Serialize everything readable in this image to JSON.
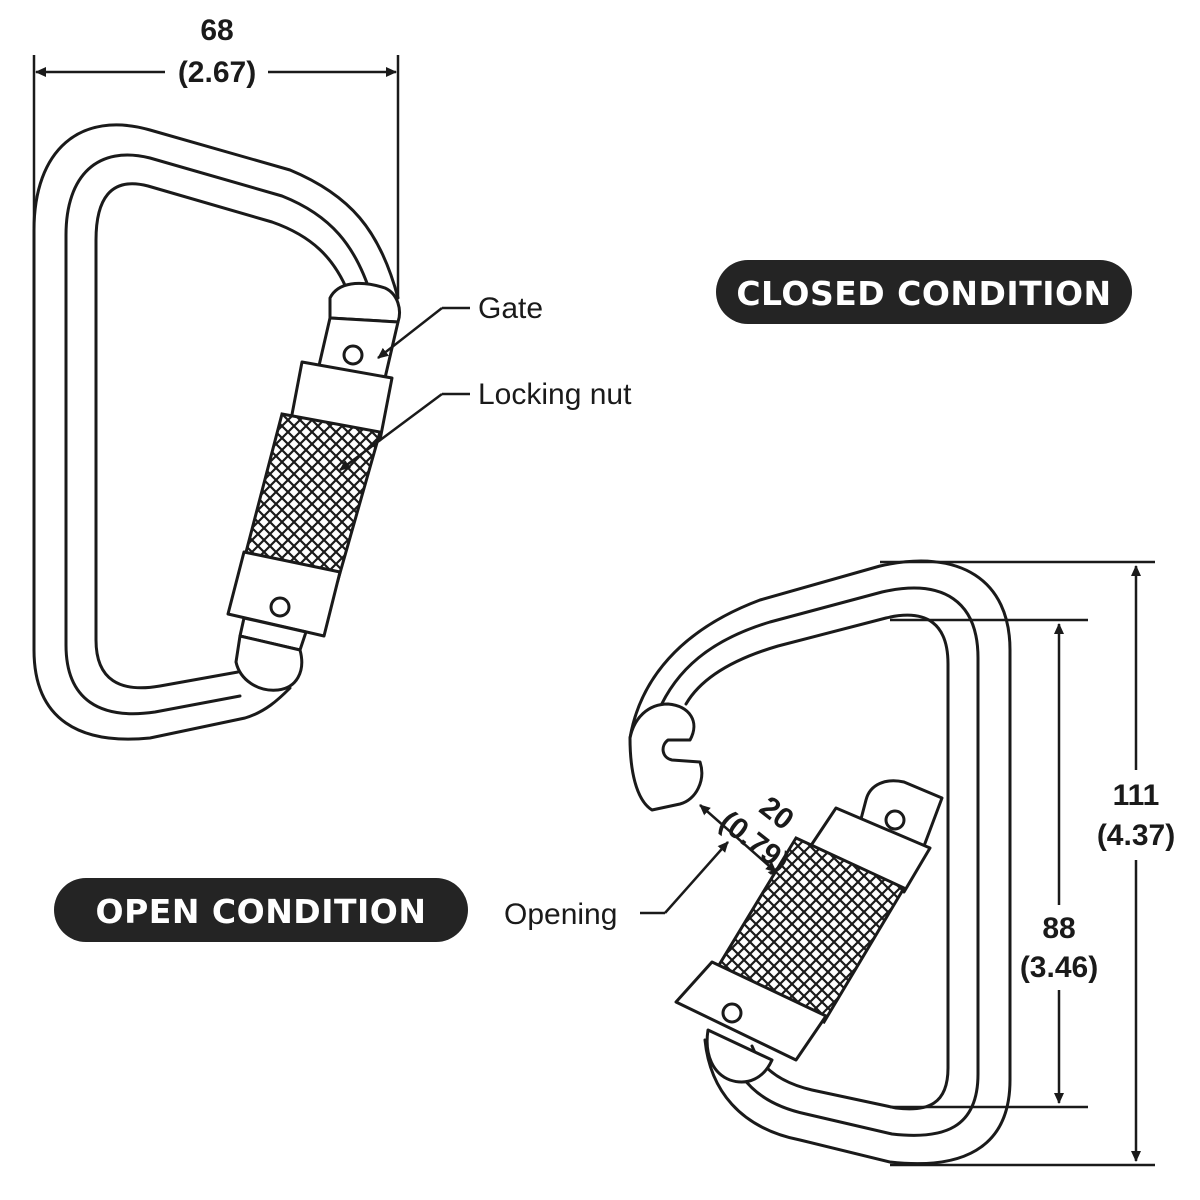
{
  "dimensions": {
    "width": {
      "mm": "68",
      "in": "(2.67)"
    },
    "height_total": {
      "mm": "111",
      "in": "(4.37)"
    },
    "height_inner": {
      "mm": "88",
      "in": "(3.46)"
    },
    "opening": {
      "mm": "20",
      "in": "(0.79)"
    }
  },
  "callouts": {
    "gate": "Gate",
    "locking_nut": "Locking nut",
    "opening": "Opening"
  },
  "badges": {
    "closed": "CLOSED CONDITION",
    "open": "OPEN CONDITION"
  }
}
